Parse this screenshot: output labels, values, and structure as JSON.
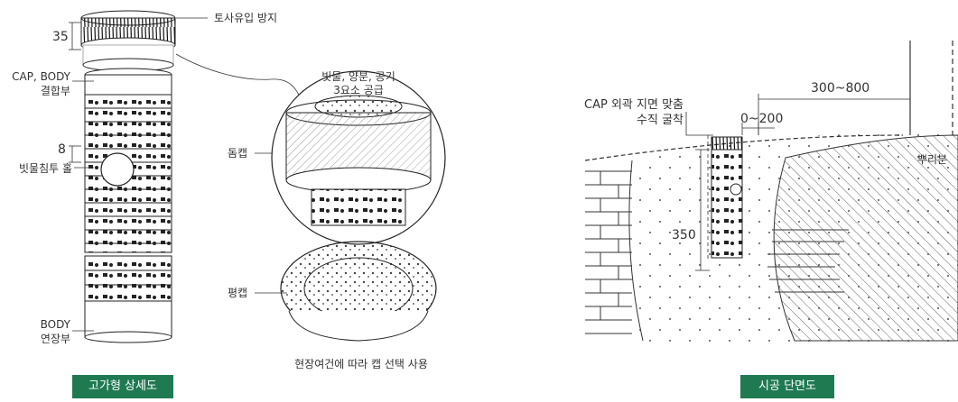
{
  "left": {
    "labels": {
      "anti_soil": "토사유입 방지",
      "cap_body_1": "CAP, BODY",
      "cap_body_2": "결합부",
      "rain_hole": "빗물침투 홀",
      "body_ext_1": "BODY",
      "body_ext_2": "연장부",
      "dome_cap": "돔캡",
      "flat_cap": "평캡",
      "supply_1": "빗물, 양분, 공기",
      "supply_2": "3요소 공급",
      "note": "현장여건에 따라 캡 선택 사용"
    },
    "dims": {
      "d35": "35",
      "d8": "8"
    },
    "badge": "고가형 상세도"
  },
  "right": {
    "labels": {
      "cap_fit_1": "CAP 외곽 지면 맞춤",
      "cap_fit_2": "수직 굴착",
      "root_ball": "뿌리분"
    },
    "dims": {
      "d300_800": "300~800",
      "d0_200": "0~200",
      "d350": "350"
    },
    "badge": "시공 단면도"
  },
  "colors": {
    "badge_green": "#1f7a52",
    "line": "#333333"
  }
}
